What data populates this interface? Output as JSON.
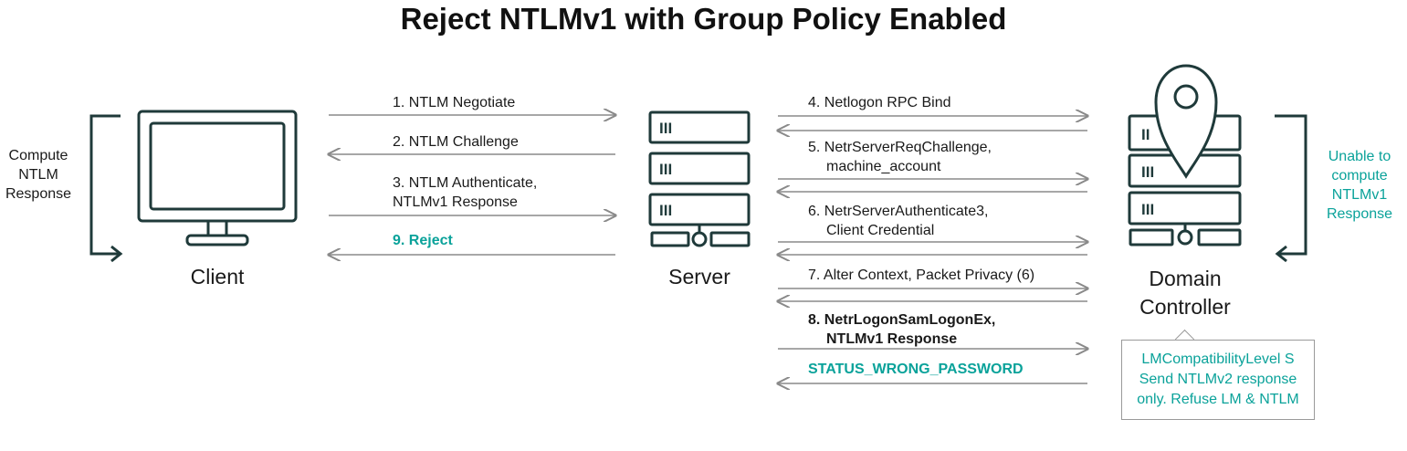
{
  "title": "Reject NTLMv1 with Group Policy Enabled",
  "nodes": {
    "client": "Client",
    "server": "Server",
    "dc_line1": "Domain",
    "dc_line2": "Controller"
  },
  "client_side": [
    "Compute",
    "NTLM",
    "Response"
  ],
  "dc_side": [
    "Unable to",
    "compute",
    "NTLMv1",
    "Response"
  ],
  "left_messages": {
    "m1": "1.  NTLM Negotiate",
    "m2": "2. NTLM Challenge",
    "m3a": "3. NTLM Authenticate,",
    "m3b": "NTLMv1 Response",
    "m9": "9. Reject"
  },
  "right_messages": {
    "m4": "4. Netlogon RPC Bind",
    "m5a": "5. NetrServerReqChallenge,",
    "m5b": "machine_account",
    "m6a": "6. NetrServerAuthenticate3,",
    "m6b": "Client Credential",
    "m7": "7. Alter Context, Packet Privacy (6)",
    "m8a": "8. NetrLogonSamLogonEx,",
    "m8b": "NTLMv1 Response",
    "status": "STATUS_WRONG_PASSWORD"
  },
  "server_rack_marks": "III",
  "dc_rack_marks": [
    "II",
    "III",
    "III"
  ],
  "policy_note": [
    "LMCompatibilityLevel S",
    "Send NTLMv2 response",
    "only. Refuse LM & NTLM"
  ],
  "colors": {
    "icon": "#1f3a3a",
    "arrow": "#8a8a8a",
    "accent": "#0aa29a"
  }
}
